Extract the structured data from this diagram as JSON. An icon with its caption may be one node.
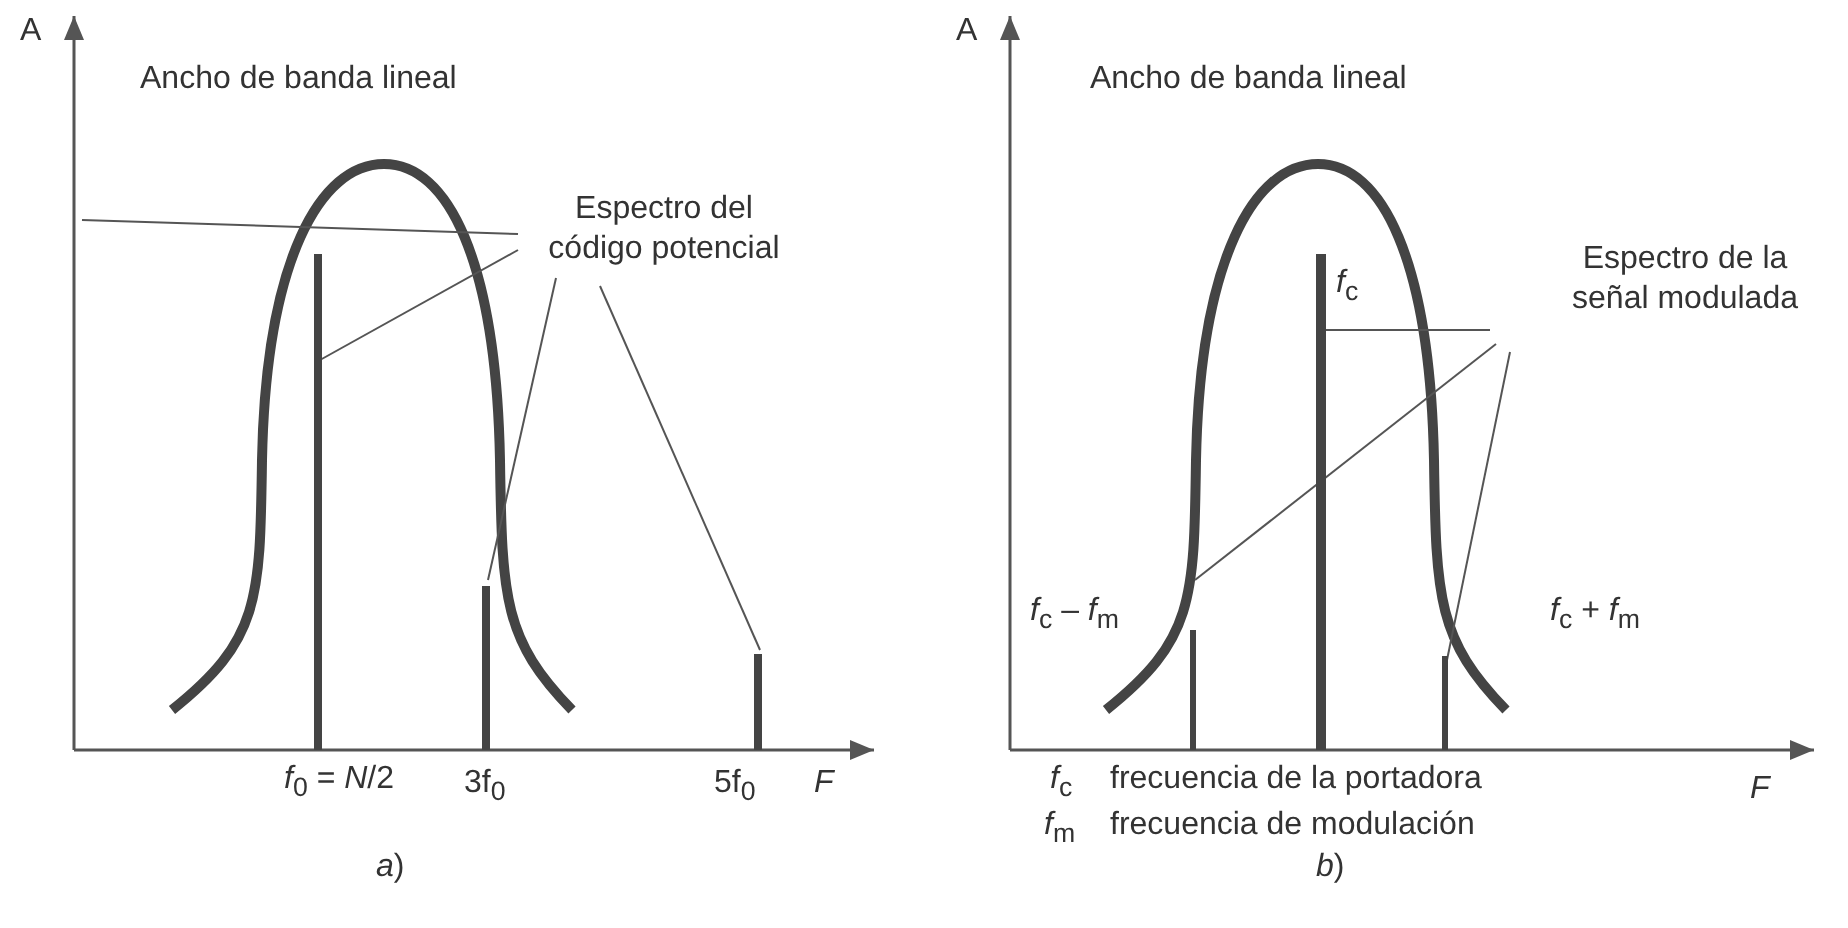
{
  "diagram": {
    "nodes": [
      {
        "text": [
          "Espectro del código potencial"
        ]
      },
      {
        "text": [],
        "shape": "bar",
        "beside": [
          "*f*$_{0}$ = *N*/2"
        ]
      },
      {
        "text": [],
        "shape": "bar",
        "beside": [
          "3f$_{0}$"
        ]
      },
      {
        "text": [],
        "shape": "bar",
        "beside": [
          "5f$_{0}$"
        ]
      },
      {
        "text": [
          "Espectro de la señal modulada"
        ]
      },
      {
        "text": [],
        "shape": "bar",
        "beside": [
          "*f*$_{c}$ – *f*$_{m}$"
        ]
      },
      {
        "text": [],
        "shape": "bar",
        "beside": [
          "*f*$_{c}$"
        ]
      },
      {
        "text": [],
        "shape": "bar",
        "beside": [
          "*f*$_{c}$ + *f*$_{m}$"
        ]
      }
    ],
    "edges": [
      {
        "from": 0,
        "to": null,
        "arrow": "none"
      },
      {
        "from": 0,
        "to": 1,
        "arrow": "none"
      },
      {
        "from": 0,
        "to": 2,
        "arrow": "none"
      },
      {
        "from": 0,
        "to": 3,
        "arrow": "none"
      },
      {
        "from": 4,
        "to": 6,
        "arrow": "none"
      },
      {
        "from": 4,
        "to": 5,
        "arrow": "none"
      },
      {
        "from": 4,
        "to": 7,
        "arrow": "none"
      }
    ],
    "labels": [
      "A",
      "Ancho de banda lineal",
      "F",
      "*a*)",
      "A",
      "Ancho de banda lineal",
      "*f*$_{c}$",
      "frecuencia de la portadora",
      "*f*$_{m}$",
      "frecuencia de modulación",
      "F",
      "*b*)"
    ]
  }
}
